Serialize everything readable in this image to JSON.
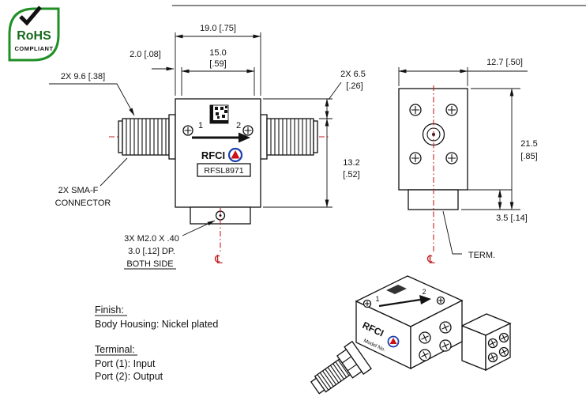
{
  "colors": {
    "line": "#111111",
    "centerline": "#c22222",
    "rohs_green": "#1f8f24",
    "logo_blue": "#1a3fae",
    "logo_red": "#cc1111"
  },
  "rohs_badge": {
    "title": "RoHS",
    "subtitle": "COMPLIANT"
  },
  "front_view": {
    "dims": {
      "total_width": "19.0 [.75]",
      "inner_width_mm": "15.0",
      "inner_width_in": "[.59]",
      "edge_offset": "2.0 [.08]",
      "connector_length": "2X 9.6 [.38]",
      "port_drop_mm": "2X 6.5",
      "port_drop_in": "[.26]",
      "body_height_mm": "13.2",
      "body_height_in": "[.52]"
    },
    "labels": {
      "port1": "1",
      "port2": "2",
      "brand": "RFCI",
      "model": "RFSL8971",
      "connector_note_line1": "2X SMA-F",
      "connector_note_line2": "CONNECTOR",
      "screw_note_line1": "3X M2.0 X .40",
      "screw_note_line2": "3.0 [.12] DP.",
      "screw_note_line3": "BOTH SIDE",
      "centerline": "℄"
    }
  },
  "side_view": {
    "dims": {
      "depth": "12.7 [.50]",
      "height_mm": "21.5",
      "height_in": "[.85]",
      "flange_height": "3.5 [.14]"
    },
    "labels": {
      "terminal": "TERM.",
      "centerline": "℄"
    }
  },
  "notes": {
    "finish_heading": "Finish:",
    "finish_line": "Body Housing: Nickel plated",
    "terminal_heading": "Terminal:",
    "port1_line": "Port (1): Input",
    "port2_line": "Port (2): Output"
  },
  "iso_view": {
    "port1": "1",
    "port2": "2",
    "brand": "RFCI",
    "model_label": "Model No."
  }
}
